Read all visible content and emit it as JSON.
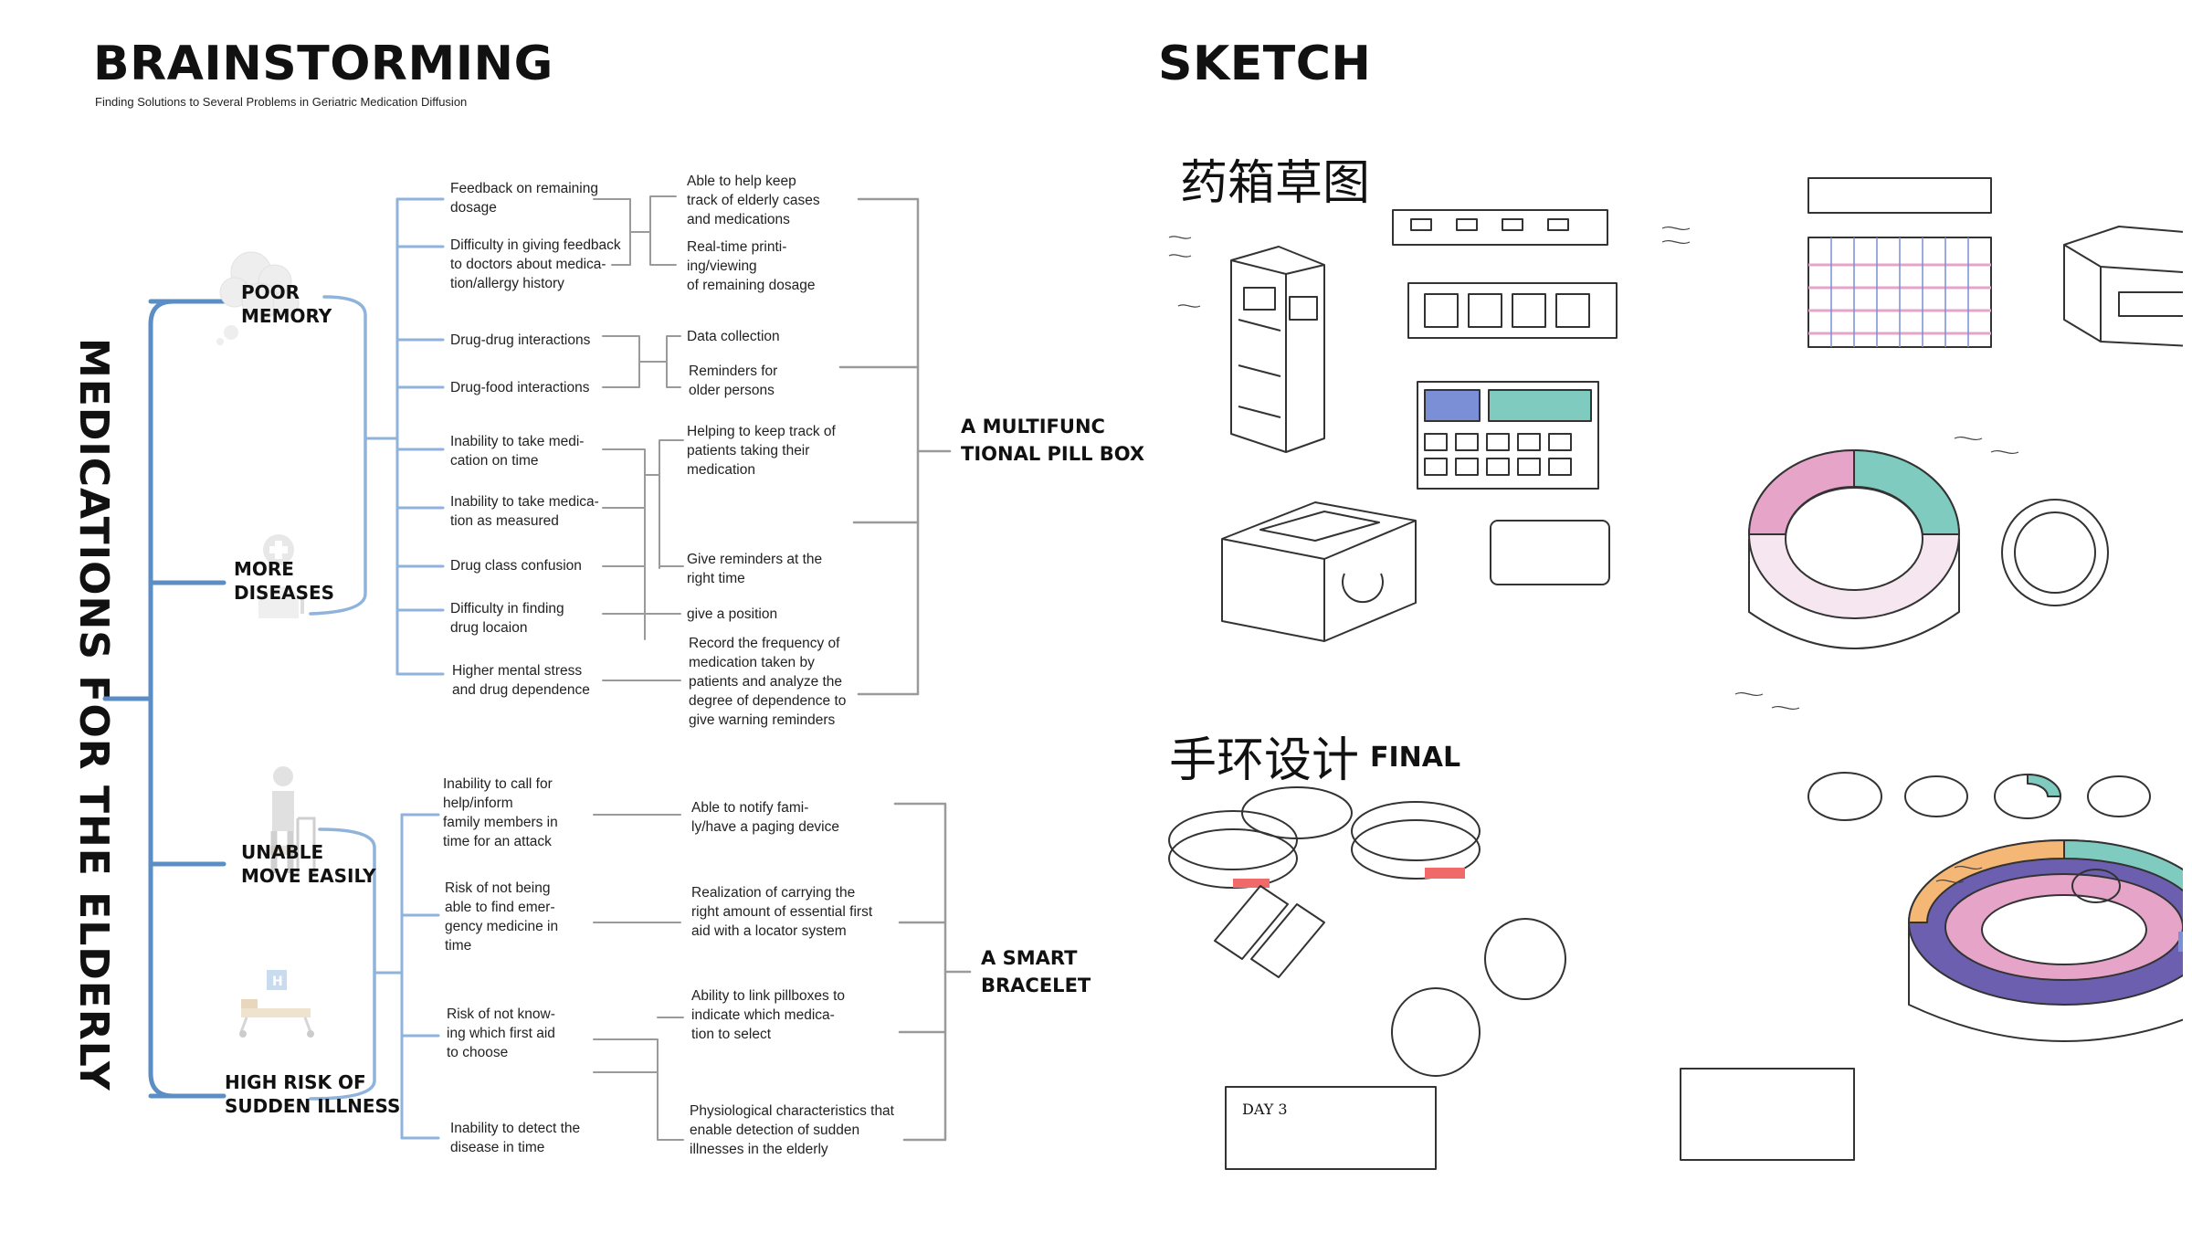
{
  "brainstorm": {
    "title": "BRAINSTORMING",
    "subtitle": "Finding Solutions to Several Problems in Geriatric Medication Diffusion",
    "root": "MEDICATIONS FOR THE ELDERLY",
    "categories": [
      "POOR\nMEMORY",
      "MORE\nDISEASES",
      "UNABLE\nMOVE EASILY",
      "HIGH RISK OF\nSUDDEN ILLNESS"
    ],
    "problems_top": [
      "Feedback on remaining\ndosage",
      "Difficulty in giving feedback\nto doctors about medica-\ntion/allergy history",
      "Drug-drug interactions",
      "Drug-food interactions",
      "Inability to take medi-\ncation on time",
      "Inability to take medica-\ntion as measured",
      "Drug class confusion",
      "Difficulty in finding\ndrug locaion",
      "Higher mental stress\nand drug dependence"
    ],
    "solutions_top": [
      "Able to help keep\ntrack of elderly cases\nand medications",
      "Real-time printi-\ning/viewing\nof remaining dosage",
      "Data collection",
      "Reminders for\nolder persons",
      "Helping to keep track of\npatients taking their\nmedication",
      "Give reminders at the\nright time",
      "give a position",
      "Record the frequency of\nmedication taken by\npatients and analyze the\ndegree of dependence to\ngive warning reminders"
    ],
    "problems_bottom": [
      "Inability to call for\nhelp/inform\nfamily members in\ntime for an attack",
      "Risk of not being\nable to find emer-\ngency medicine in\ntime",
      "Risk of not know-\ning which first aid\nto choose",
      "Inability to detect the\ndisease in time"
    ],
    "solutions_bottom": [
      "Able to notify fami-\nly/have a paging device",
      "Realization of carrying the\nright amount of essential first\naid with a locator system",
      "Ability to link pillboxes to\nindicate which medica-\ntion to select",
      "Physiological characteristics that\nenable detection of sudden\nillnesses in the elderly"
    ],
    "outcomes": [
      "A MULTIFUNC\nTIONAL PILL BOX",
      "A SMART\nBRACELET"
    ]
  },
  "sketch": {
    "title": "SKETCH",
    "pillbox_heading": "药箱草图",
    "bracelet_heading": "手环设计",
    "final_label": "FINAL",
    "notes": [
      "DAY 3"
    ]
  },
  "colors": {
    "tree_line": "#5b8ec4",
    "connector": "#9a9a9a",
    "sketch_line": "#333333",
    "pink": "#e6a4c9",
    "teal": "#7fcbbf",
    "purple": "#6c5fb0",
    "orange": "#f4b775",
    "blue_sq": "#7a8fd6"
  },
  "icons": [
    "cloud-icon",
    "medical-cross-icon",
    "elderly-walker-icon",
    "hospital-bed-icon"
  ]
}
